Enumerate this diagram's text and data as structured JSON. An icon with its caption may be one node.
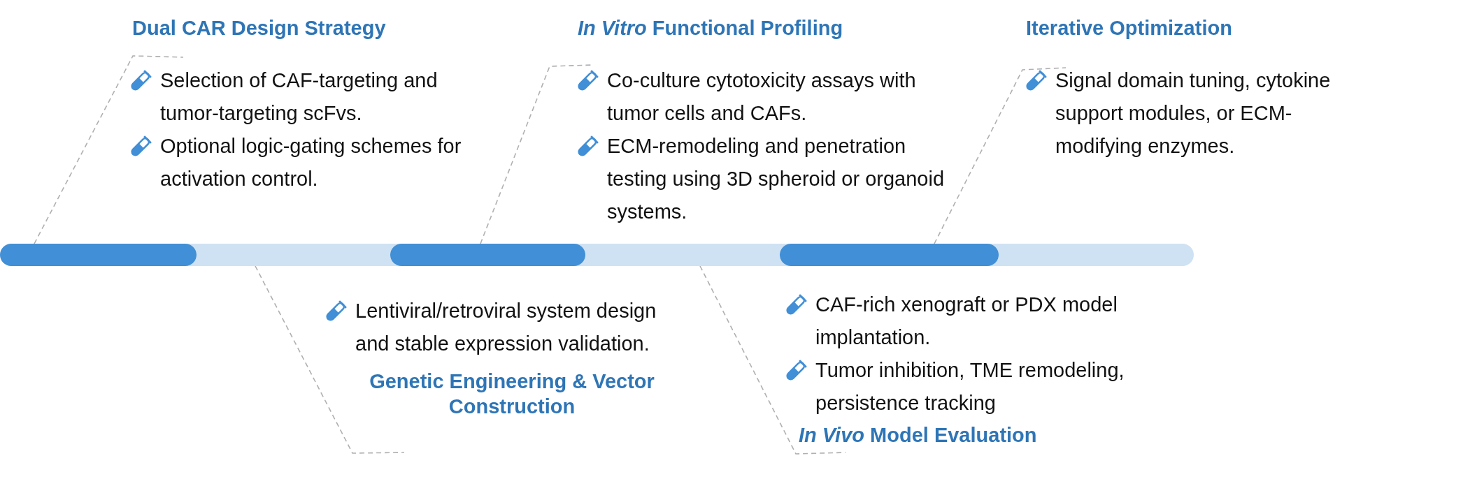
{
  "diagram": {
    "nodes": [
      {
        "text": [],
        "shape": "bar"
      },
      {
        "text": [],
        "shape": "bar"
      },
      {
        "text": [],
        "shape": "bar"
      },
      {
        "text": [],
        "shape": "bar"
      },
      {
        "text": [],
        "shape": "bar"
      },
      {
        "text": [],
        "shape": "bar"
      },
      {
        "text": [
          "Dual CAR Design Strategy",
          "Selection of CAF-targeting and tumor-targeting scFvs.",
          "Optional logic-gating schemes for activation control."
        ]
      },
      {
        "text": [
          "Lentiviral/retroviral system design and stable expression validation.",
          "Genetic Engineering & Vector Construction"
        ]
      },
      {
        "text": [
          "*In Vitro* Functional Profiling",
          "Co-culture cytotoxicity assays with tumor cells and CAFs.",
          "ECM-remodeling and penetration testing using 3D spheroid or organoid systems."
        ]
      },
      {
        "text": [
          "CAF-rich xenograft or PDX model implantation.",
          "Tumor inhibition, TME remodeling, persistence tracking",
          "*In Vivo* Model Evaluation"
        ]
      },
      {
        "text": [
          "Iterative Optimization",
          "Signal domain tuning, cytokine support modules, or ECM-modifying enzymes."
        ]
      }
    ],
    "edges": [
      {
        "from": 6,
        "to": 0,
        "arrow": "none",
        "style": "dashed"
      },
      {
        "from": 7,
        "to": 1,
        "arrow": "none",
        "style": "dashed"
      },
      {
        "from": 8,
        "to": 2,
        "arrow": "none",
        "style": "dashed"
      },
      {
        "from": 9,
        "to": 3,
        "arrow": "none",
        "style": "dashed"
      },
      {
        "from": 10,
        "to": 4,
        "arrow": "none",
        "style": "dashed"
      }
    ]
  }
}
